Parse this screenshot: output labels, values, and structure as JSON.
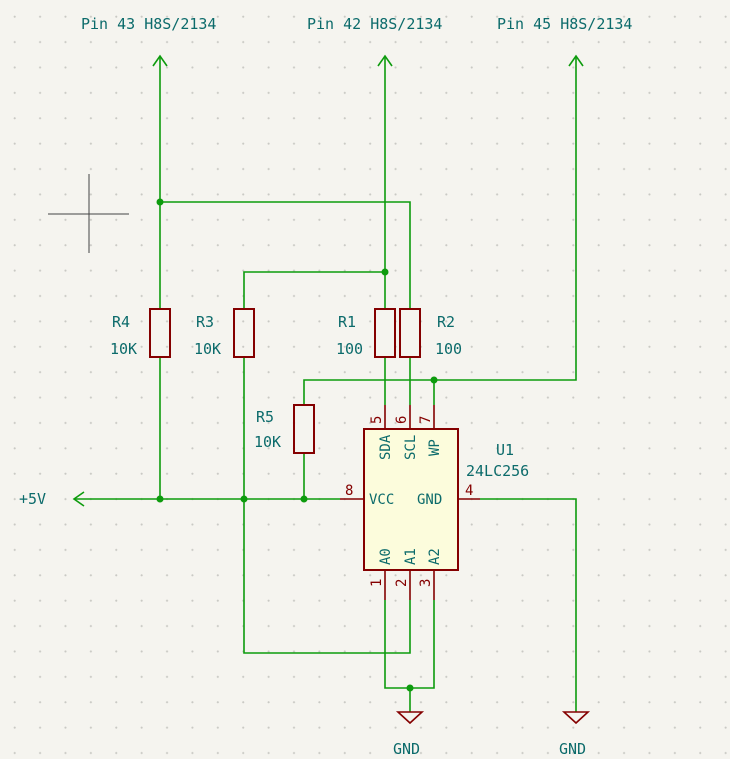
{
  "net_labels": {
    "pin43": "Pin 43 H8S/2134",
    "pin42": "Pin 42 H8S/2134",
    "pin45": "Pin 45 H8S/2134",
    "vcc": "+5V",
    "gnd_left": "GND",
    "gnd_right": "GND"
  },
  "resistors": [
    {
      "ref": "R4",
      "value": "10K"
    },
    {
      "ref": "R3",
      "value": "10K"
    },
    {
      "ref": "R1",
      "value": "100"
    },
    {
      "ref": "R2",
      "value": "100"
    },
    {
      "ref": "R5",
      "value": "10K"
    }
  ],
  "ic": {
    "ref": "U1",
    "part": "24LC256",
    "pins": [
      {
        "num": "5",
        "name": "SDA"
      },
      {
        "num": "6",
        "name": "SCL"
      },
      {
        "num": "7",
        "name": "WP"
      },
      {
        "num": "8",
        "name": "VCC"
      },
      {
        "num": "4",
        "name": "GND"
      },
      {
        "num": "1",
        "name": "A0"
      },
      {
        "num": "2",
        "name": "A1"
      },
      {
        "num": "3",
        "name": "A2"
      }
    ]
  },
  "colors": {
    "wire": "#0d9b0d",
    "component": "#840000",
    "text": "#0c6b6b",
    "ic_fill": "#fcfcdc",
    "background": "#f5f4ef"
  }
}
